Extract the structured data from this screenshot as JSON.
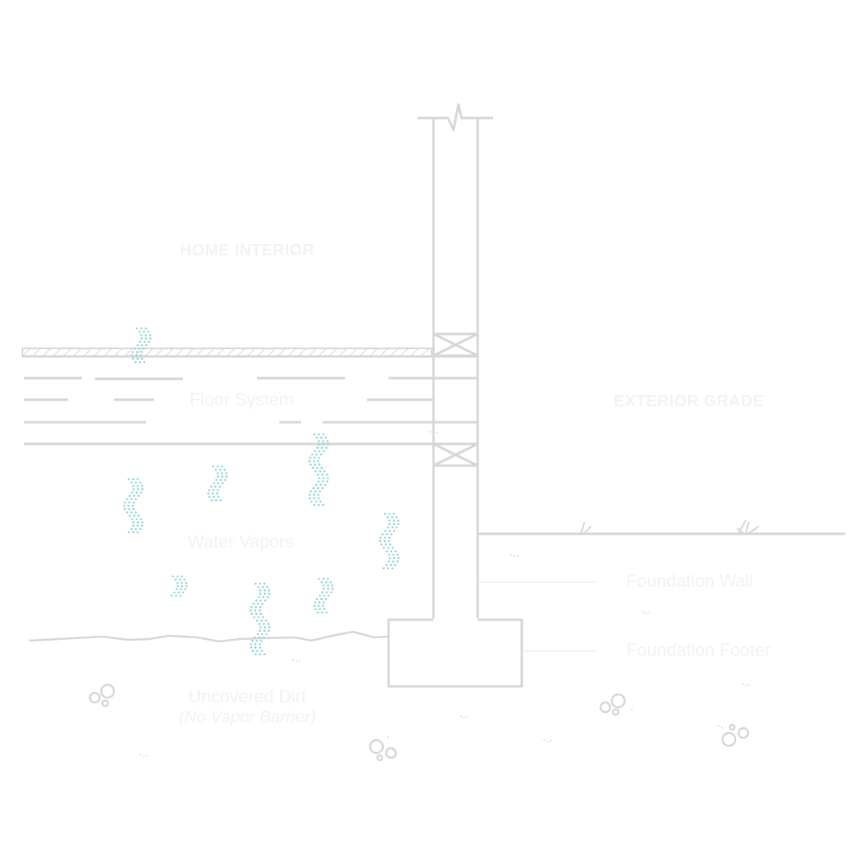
{
  "labels": {
    "home_interior": "HOME INTERIOR",
    "floor_system": "Floor System",
    "exterior_grade": "EXTERIOR GRADE",
    "water_vapors": "Water Vapors",
    "foundation_wall": "Foundation Wall",
    "foundation_footer": "Foundation Footer",
    "uncovered_dirt": "Uncovered Dirt",
    "uncovered_dirt_note": "(No Vapor Barrier)"
  },
  "colors": {
    "line": "#d6d6d6",
    "label": "#f2f2f2",
    "vapor": "#8fd6d3",
    "background": "#ffffff"
  },
  "icons": {
    "vapor": "vapor-wave-icon",
    "rock": "rock-cluster-icon",
    "grass": "grass-tuft-icon",
    "wall_break": "break-line-icon"
  }
}
